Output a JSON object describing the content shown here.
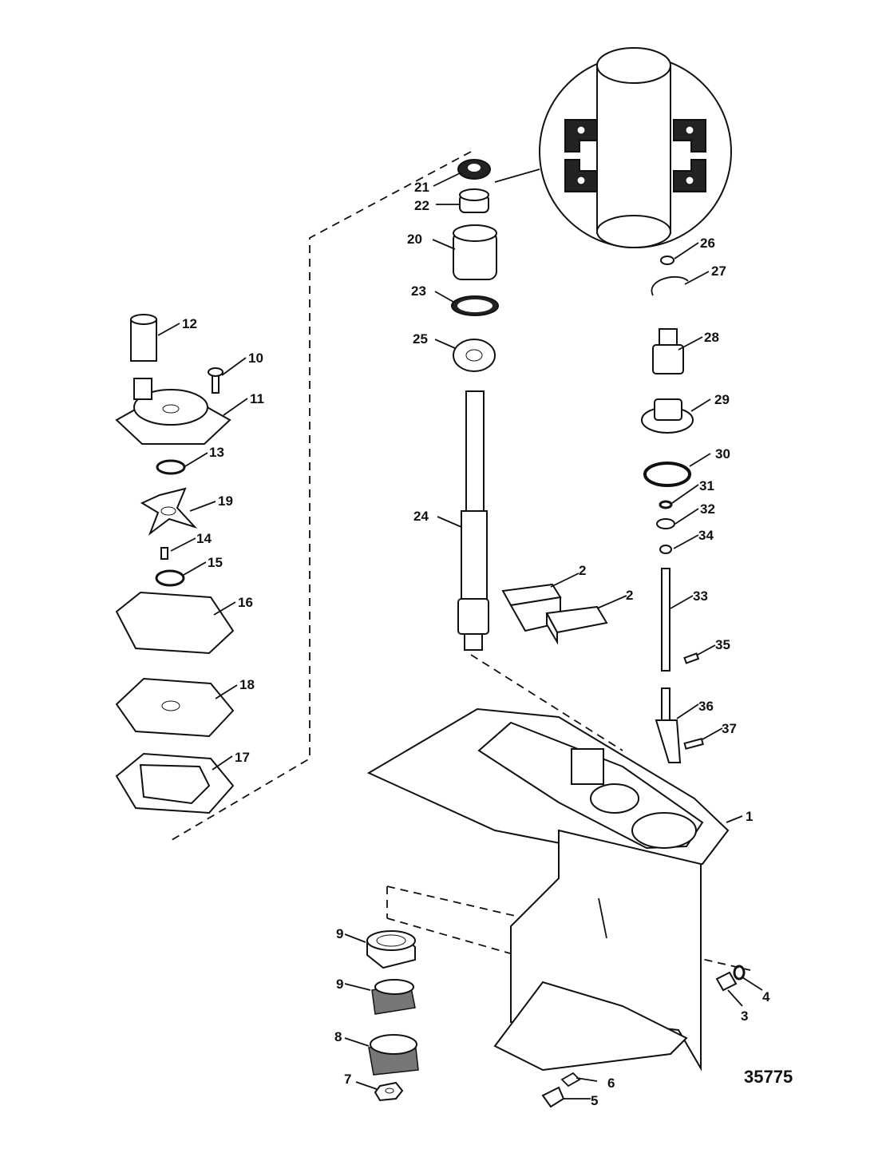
{
  "figure_number": "35775",
  "callouts": {
    "p1": "1",
    "p2a": "2",
    "p2b": "2",
    "p3": "3",
    "p4": "4",
    "p5": "5",
    "p6": "6",
    "p7": "7",
    "p8": "8",
    "p9a": "9",
    "p9b": "9",
    "p10": "10",
    "p11": "11",
    "p12": "12",
    "p13": "13",
    "p14": "14",
    "p15": "15",
    "p16": "16",
    "p17": "17",
    "p18": "18",
    "p19": "19",
    "p20": "20",
    "p21": "21",
    "p22": "22",
    "p23": "23",
    "p24": "24",
    "p25": "25",
    "p26": "26",
    "p27": "27",
    "p28": "28",
    "p29": "29",
    "p30": "30",
    "p31": "31",
    "p32": "32",
    "p33": "33",
    "p34": "34",
    "p35": "35",
    "p36": "36",
    "p37": "37"
  }
}
